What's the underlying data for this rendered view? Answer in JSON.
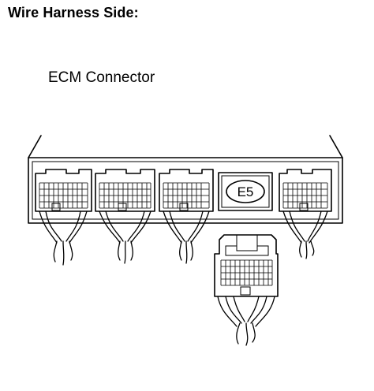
{
  "header": {
    "title": "Wire Harness Side:"
  },
  "diagram": {
    "label": "ECM Connector",
    "connector_id": "E5"
  }
}
